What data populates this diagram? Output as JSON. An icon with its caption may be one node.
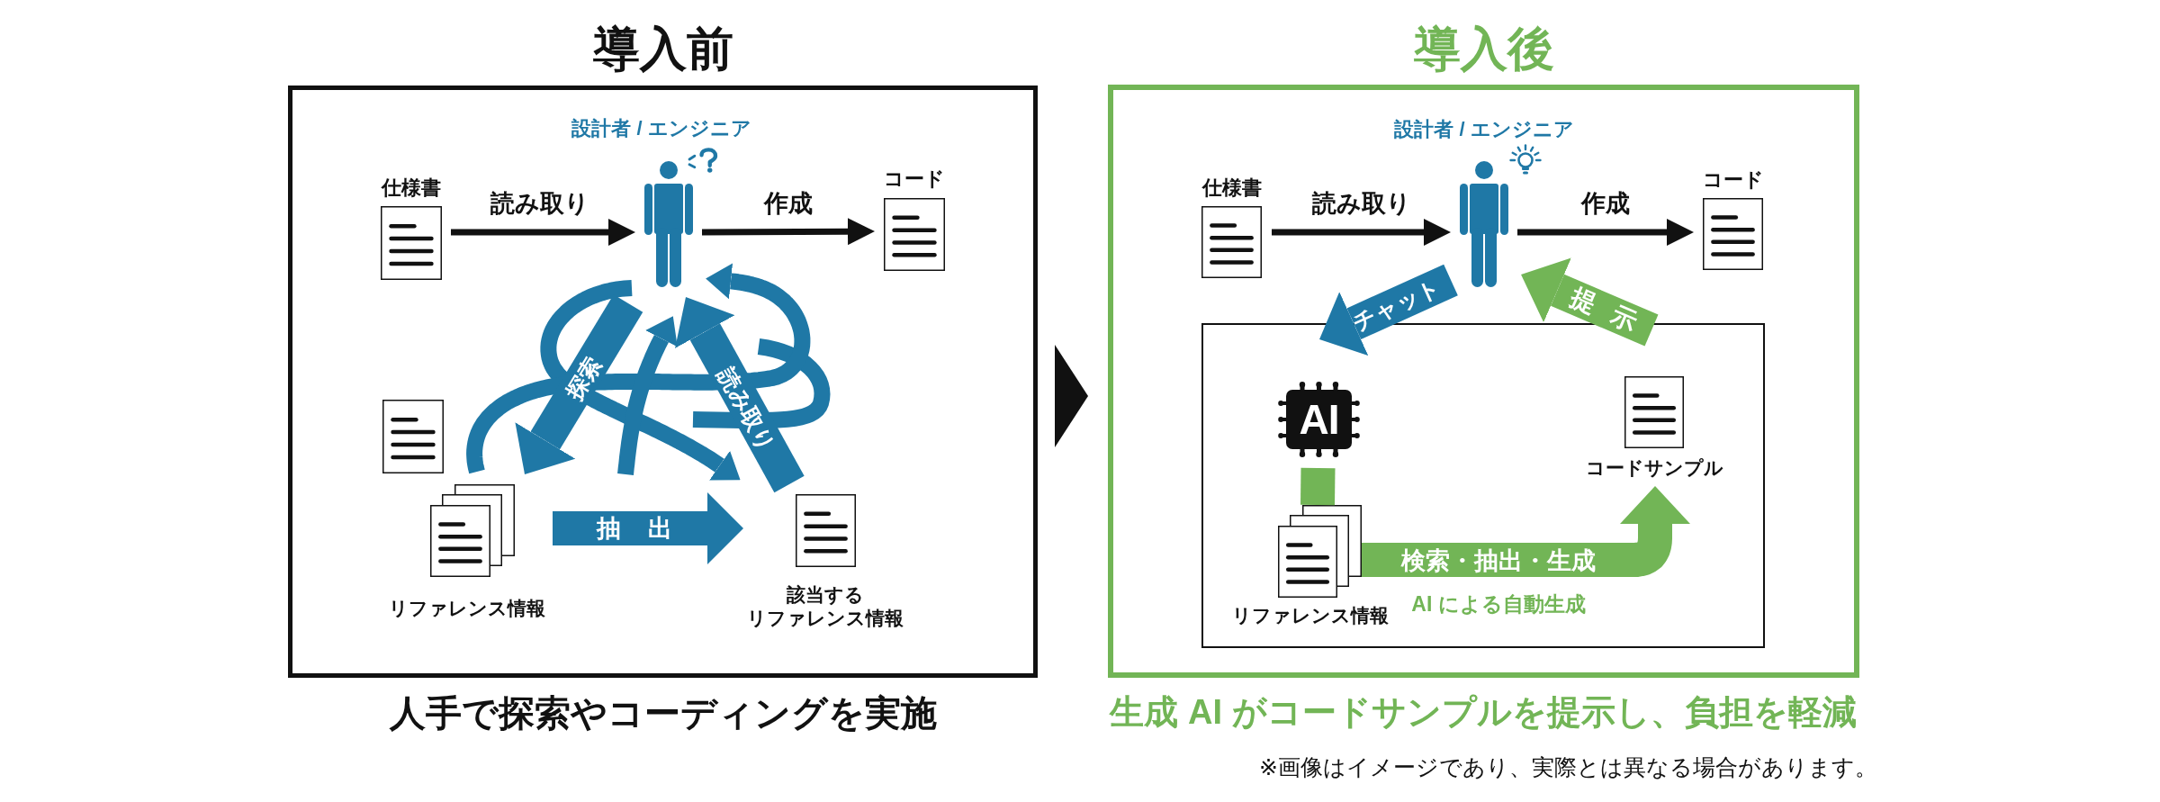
{
  "diagram": {
    "nodes": [
      {
        "text": [
          "導入前"
        ],
        "beside": [
          "人手で探索やコーディングを実施"
        ]
      },
      {
        "text": [],
        "shape": "person",
        "beside": [
          "設計者 / エンジニア"
        ],
        "in": 0
      },
      {
        "text": [
          "仕様書"
        ],
        "in": 0
      },
      {
        "text": [
          "コード"
        ],
        "in": 0
      },
      {
        "text": [],
        "shape": "document",
        "in": 0
      },
      {
        "text": [
          "リファレンス情報"
        ],
        "in": 0
      },
      {
        "text": [
          "該当するリファレンス情報"
        ],
        "in": 0
      },
      {
        "text": [
          "導入後"
        ],
        "beside": [
          "生成 AI がコードサンプルを提示し、負担を軽減"
        ]
      },
      {
        "text": [],
        "shape": "person",
        "beside": [
          "設計者 / エンジニア"
        ],
        "in": 7
      },
      {
        "text": [
          "仕様書"
        ],
        "in": 7
      },
      {
        "text": [
          "コード"
        ],
        "in": 7
      },
      {
        "text": [],
        "shape": "box",
        "in": 7
      },
      {
        "text": [
          "AI"
        ],
        "in": 11
      },
      {
        "text": [
          "リファレンス情報"
        ],
        "in": 11
      },
      {
        "text": [
          "コードサンプル"
        ],
        "in": 11
      }
    ],
    "edges": [
      {
        "from": 2,
        "to": 1,
        "arrow": "to",
        "label": "読み取り",
        "color": "#111111"
      },
      {
        "from": 1,
        "to": 3,
        "arrow": "to",
        "label": "作成",
        "color": "#111111"
      },
      {
        "from": 1,
        "to": 5,
        "arrow": "to",
        "label": "探索",
        "style": "thick",
        "color": "#1f78a6"
      },
      {
        "from": 6,
        "to": 1,
        "arrow": "to",
        "label": "読み取り",
        "style": "thick",
        "color": "#1f78a6"
      },
      {
        "from": 1,
        "to": 6,
        "arrow": "to",
        "color": "#1f78a6"
      },
      {
        "from": 5,
        "to": 1,
        "arrow": "to",
        "color": "#1f78a6"
      },
      {
        "from": null,
        "to": 1,
        "arrow": "to",
        "color": "#1f78a6"
      },
      {
        "from": 5,
        "to": 6,
        "arrow": "to",
        "label": "抽出",
        "style": "thick",
        "color": "#1f78a6"
      },
      {
        "from": 0,
        "to": 7,
        "arrow": "to",
        "color": "#111111"
      },
      {
        "from": 9,
        "to": 8,
        "arrow": "to",
        "label": "読み取り",
        "color": "#111111"
      },
      {
        "from": 8,
        "to": 10,
        "arrow": "to",
        "label": "作成",
        "color": "#111111"
      },
      {
        "from": 8,
        "to": 11,
        "arrow": "to",
        "label": "チャット",
        "style": "thick",
        "color": "#1f78a6"
      },
      {
        "from": 11,
        "to": 8,
        "arrow": "to",
        "label": "提示",
        "style": "thick",
        "color": "#72b556"
      },
      {
        "from": 12,
        "to": 13,
        "arrow": "none",
        "style": "thick",
        "color": "#72b556"
      },
      {
        "from": 13,
        "to": 14,
        "arrow": "to",
        "label": "検索・抽出・生成",
        "style": "thick",
        "color": "#72b556"
      }
    ],
    "labels": [
      "AI による自動生成",
      "※画像はイメージであり、実際とは異なる場合があります。"
    ]
  }
}
